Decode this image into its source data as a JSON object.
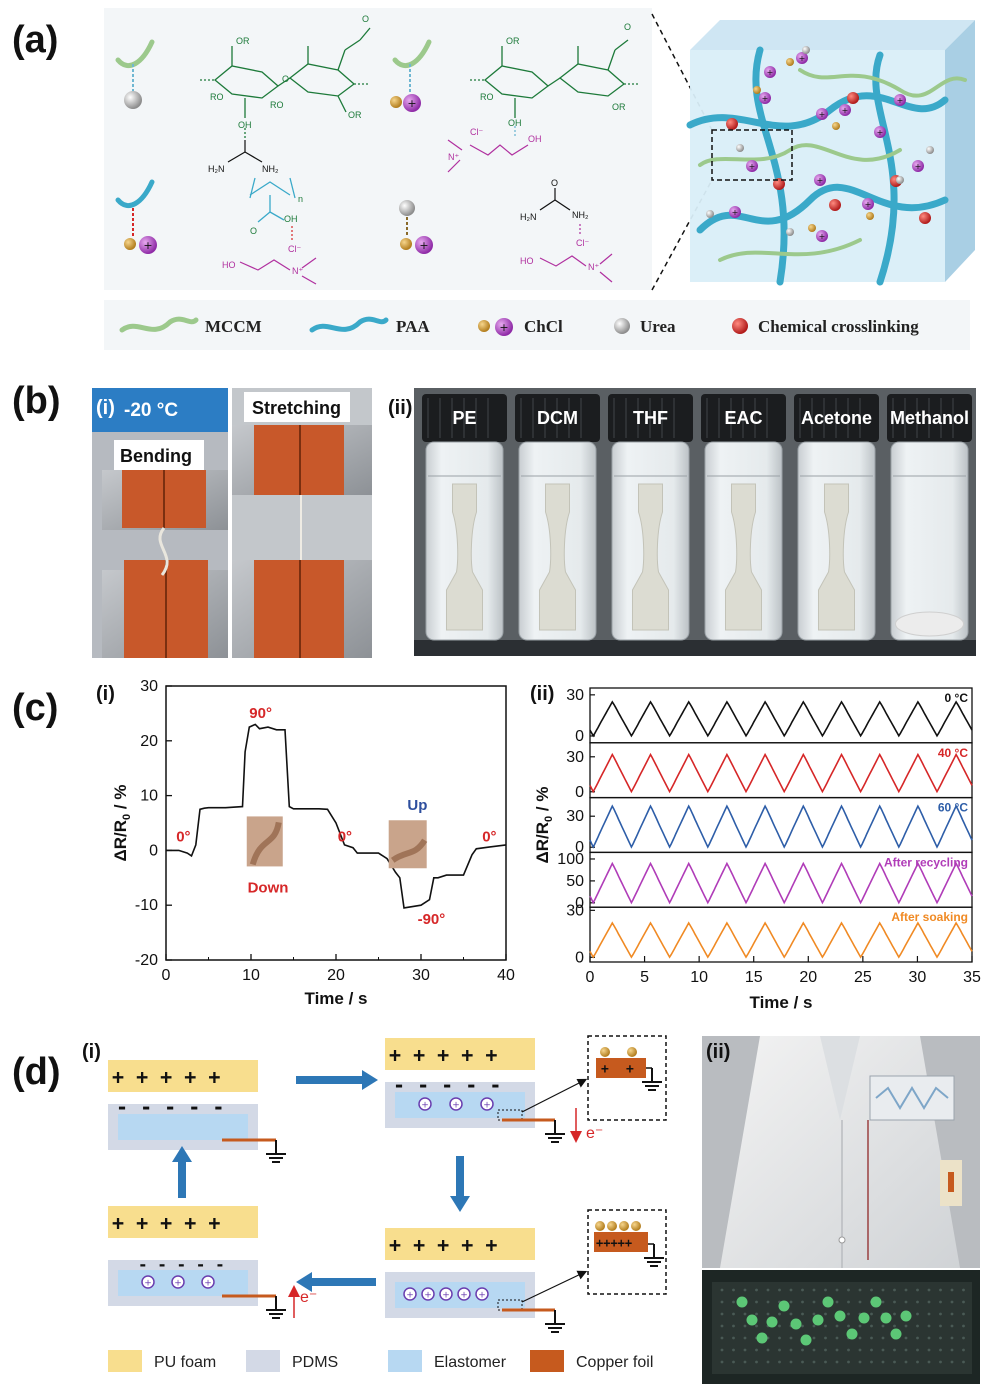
{
  "panel_a": {
    "label": "(a)",
    "legend": {
      "mccm": "MCCM",
      "paa": "PAA",
      "chcl": "ChCl",
      "urea": "Urea",
      "crosslink": "Chemical crosslinking"
    },
    "chem": {
      "or": "OR",
      "ro": "RO",
      "oh": "OH",
      "o": "O",
      "h2n": "H₂N",
      "nh2": "NH₂",
      "nh": "NH₂",
      "cl": "Cl⁻",
      "ho": "HO",
      "n": "N⁺",
      "n_sub": "n"
    },
    "colors": {
      "mccm": "#9cc98c",
      "paa": "#3aa9c9",
      "chcl_ion": "#a043b8",
      "chcl_counter": "#c99a3c",
      "urea": "#bdbdbd",
      "crosslink": "#d62728"
    }
  },
  "panel_b": {
    "label": "(b)",
    "sub_i": "(i)",
    "sub_ii": "(ii)",
    "temp": "-20 °C",
    "bending": "Bending",
    "stretching": "Stretching",
    "vials": [
      "PE",
      "DCM",
      "THF",
      "EAC",
      "Acetone",
      "Methanol"
    ]
  },
  "panel_c": {
    "label": "(c)",
    "sub_i": "(i)",
    "sub_ii": "(ii)",
    "ci": {
      "ylabel_main": "ΔR/R",
      "ylabel_sub": "0",
      "ylabel_unit": " / %",
      "xlabel": "Time / s",
      "xticks": [
        "0",
        "10",
        "20",
        "30",
        "40"
      ],
      "yticks": [
        "-20",
        "-10",
        "0",
        "10",
        "20",
        "30"
      ],
      "annotations": {
        "zero1": "0°",
        "ninety": "90°",
        "down": "Down",
        "zero2": "0°",
        "up": "Up",
        "minus90": "-90°",
        "zero3": "0°"
      }
    },
    "cii": {
      "ylabel_main": "ΔR/R",
      "ylabel_sub": "0",
      "ylabel_unit": " / %",
      "xlabel": "Time / s",
      "xticks": [
        "0",
        "5",
        "10",
        "15",
        "20",
        "25",
        "30",
        "35"
      ],
      "panels": [
        {
          "label": "0 °C",
          "color": "#111111",
          "yticks": [
            "0",
            "30"
          ]
        },
        {
          "label": "40 °C",
          "color": "#d62728",
          "yticks": [
            "0",
            "30"
          ]
        },
        {
          "label": "60 °C",
          "color": "#2e5ea8",
          "yticks": [
            "0",
            "30"
          ]
        },
        {
          "label": "After recycling",
          "color": "#b03cb8",
          "yticks": [
            "0",
            "50",
            "100"
          ]
        },
        {
          "label": "After soaking",
          "color": "#f08a24",
          "yticks": [
            "0",
            "30"
          ]
        }
      ]
    }
  },
  "panel_d": {
    "label": "(d)",
    "sub_i": "(i)",
    "sub_ii": "(ii)",
    "plus": "+ + + + +",
    "minus": "- - - - -",
    "electron": "e⁻",
    "legend": {
      "pu": "PU foam",
      "pdms": "PDMS",
      "elastomer": "Elastomer",
      "copper": "Copper foil"
    },
    "colors": {
      "pu": "#f8de8e",
      "pdms": "#d3d9e6",
      "elastomer": "#b7d8f2",
      "copper": "#c65a1e",
      "arrow": "#2d77b6"
    }
  },
  "chart_data": [
    {
      "type": "line",
      "title": "",
      "xlabel": "Time / s",
      "ylabel": "ΔR/R0 / %",
      "xlim": [
        0,
        40
      ],
      "ylim": [
        -20,
        30
      ],
      "series": [
        {
          "x": [
            0,
            1.5,
            2.5,
            3,
            3.5,
            4,
            4.5,
            5,
            7,
            9,
            9.3,
            9.8,
            10.5,
            11,
            12,
            13,
            14,
            14.5,
            15,
            17,
            18,
            19,
            20,
            21,
            22,
            22.5,
            25,
            26,
            27,
            27.5,
            28,
            30,
            31,
            31.5,
            32,
            33,
            34,
            35,
            36,
            36.5,
            38,
            40
          ],
          "y": [
            0,
            0,
            -0.5,
            -1,
            1,
            7.5,
            7.7,
            7.8,
            7.8,
            8,
            18,
            22.5,
            23,
            22.2,
            22.5,
            22,
            22,
            8,
            7.6,
            7.6,
            7.6,
            7.5,
            5,
            1,
            0.5,
            -0.5,
            -0.5,
            -1.5,
            -4,
            -5,
            -10.5,
            -10,
            -9,
            -5,
            -5,
            -4.5,
            -4.5,
            -4.5,
            -0.8,
            0.3,
            0.6,
            1
          ]
        }
      ]
    },
    {
      "type": "line",
      "title": "",
      "xlabel": "Time / s",
      "ylabel": "ΔR/R0 / %",
      "xlim": [
        0,
        35
      ],
      "series": [
        {
          "name": "0 °C",
          "period": 3.5,
          "phase": 0.3,
          "min": 0,
          "max": 25,
          "ylim": [
            -5,
            35
          ]
        },
        {
          "name": "40 °C",
          "period": 3.5,
          "phase": 0.3,
          "min": 0,
          "max": 32,
          "ylim": [
            -5,
            42
          ]
        },
        {
          "name": "60 °C",
          "period": 3.5,
          "phase": 0.3,
          "min": 0,
          "max": 40,
          "ylim": [
            -5,
            48
          ]
        },
        {
          "name": "After recycling",
          "period": 3.5,
          "phase": 0.3,
          "min": 0,
          "max": 90,
          "ylim": [
            -10,
            115
          ]
        },
        {
          "name": "After soaking",
          "period": 3.5,
          "phase": 0.3,
          "min": 0,
          "max": 22,
          "ylim": [
            -3,
            32
          ]
        }
      ]
    }
  ]
}
